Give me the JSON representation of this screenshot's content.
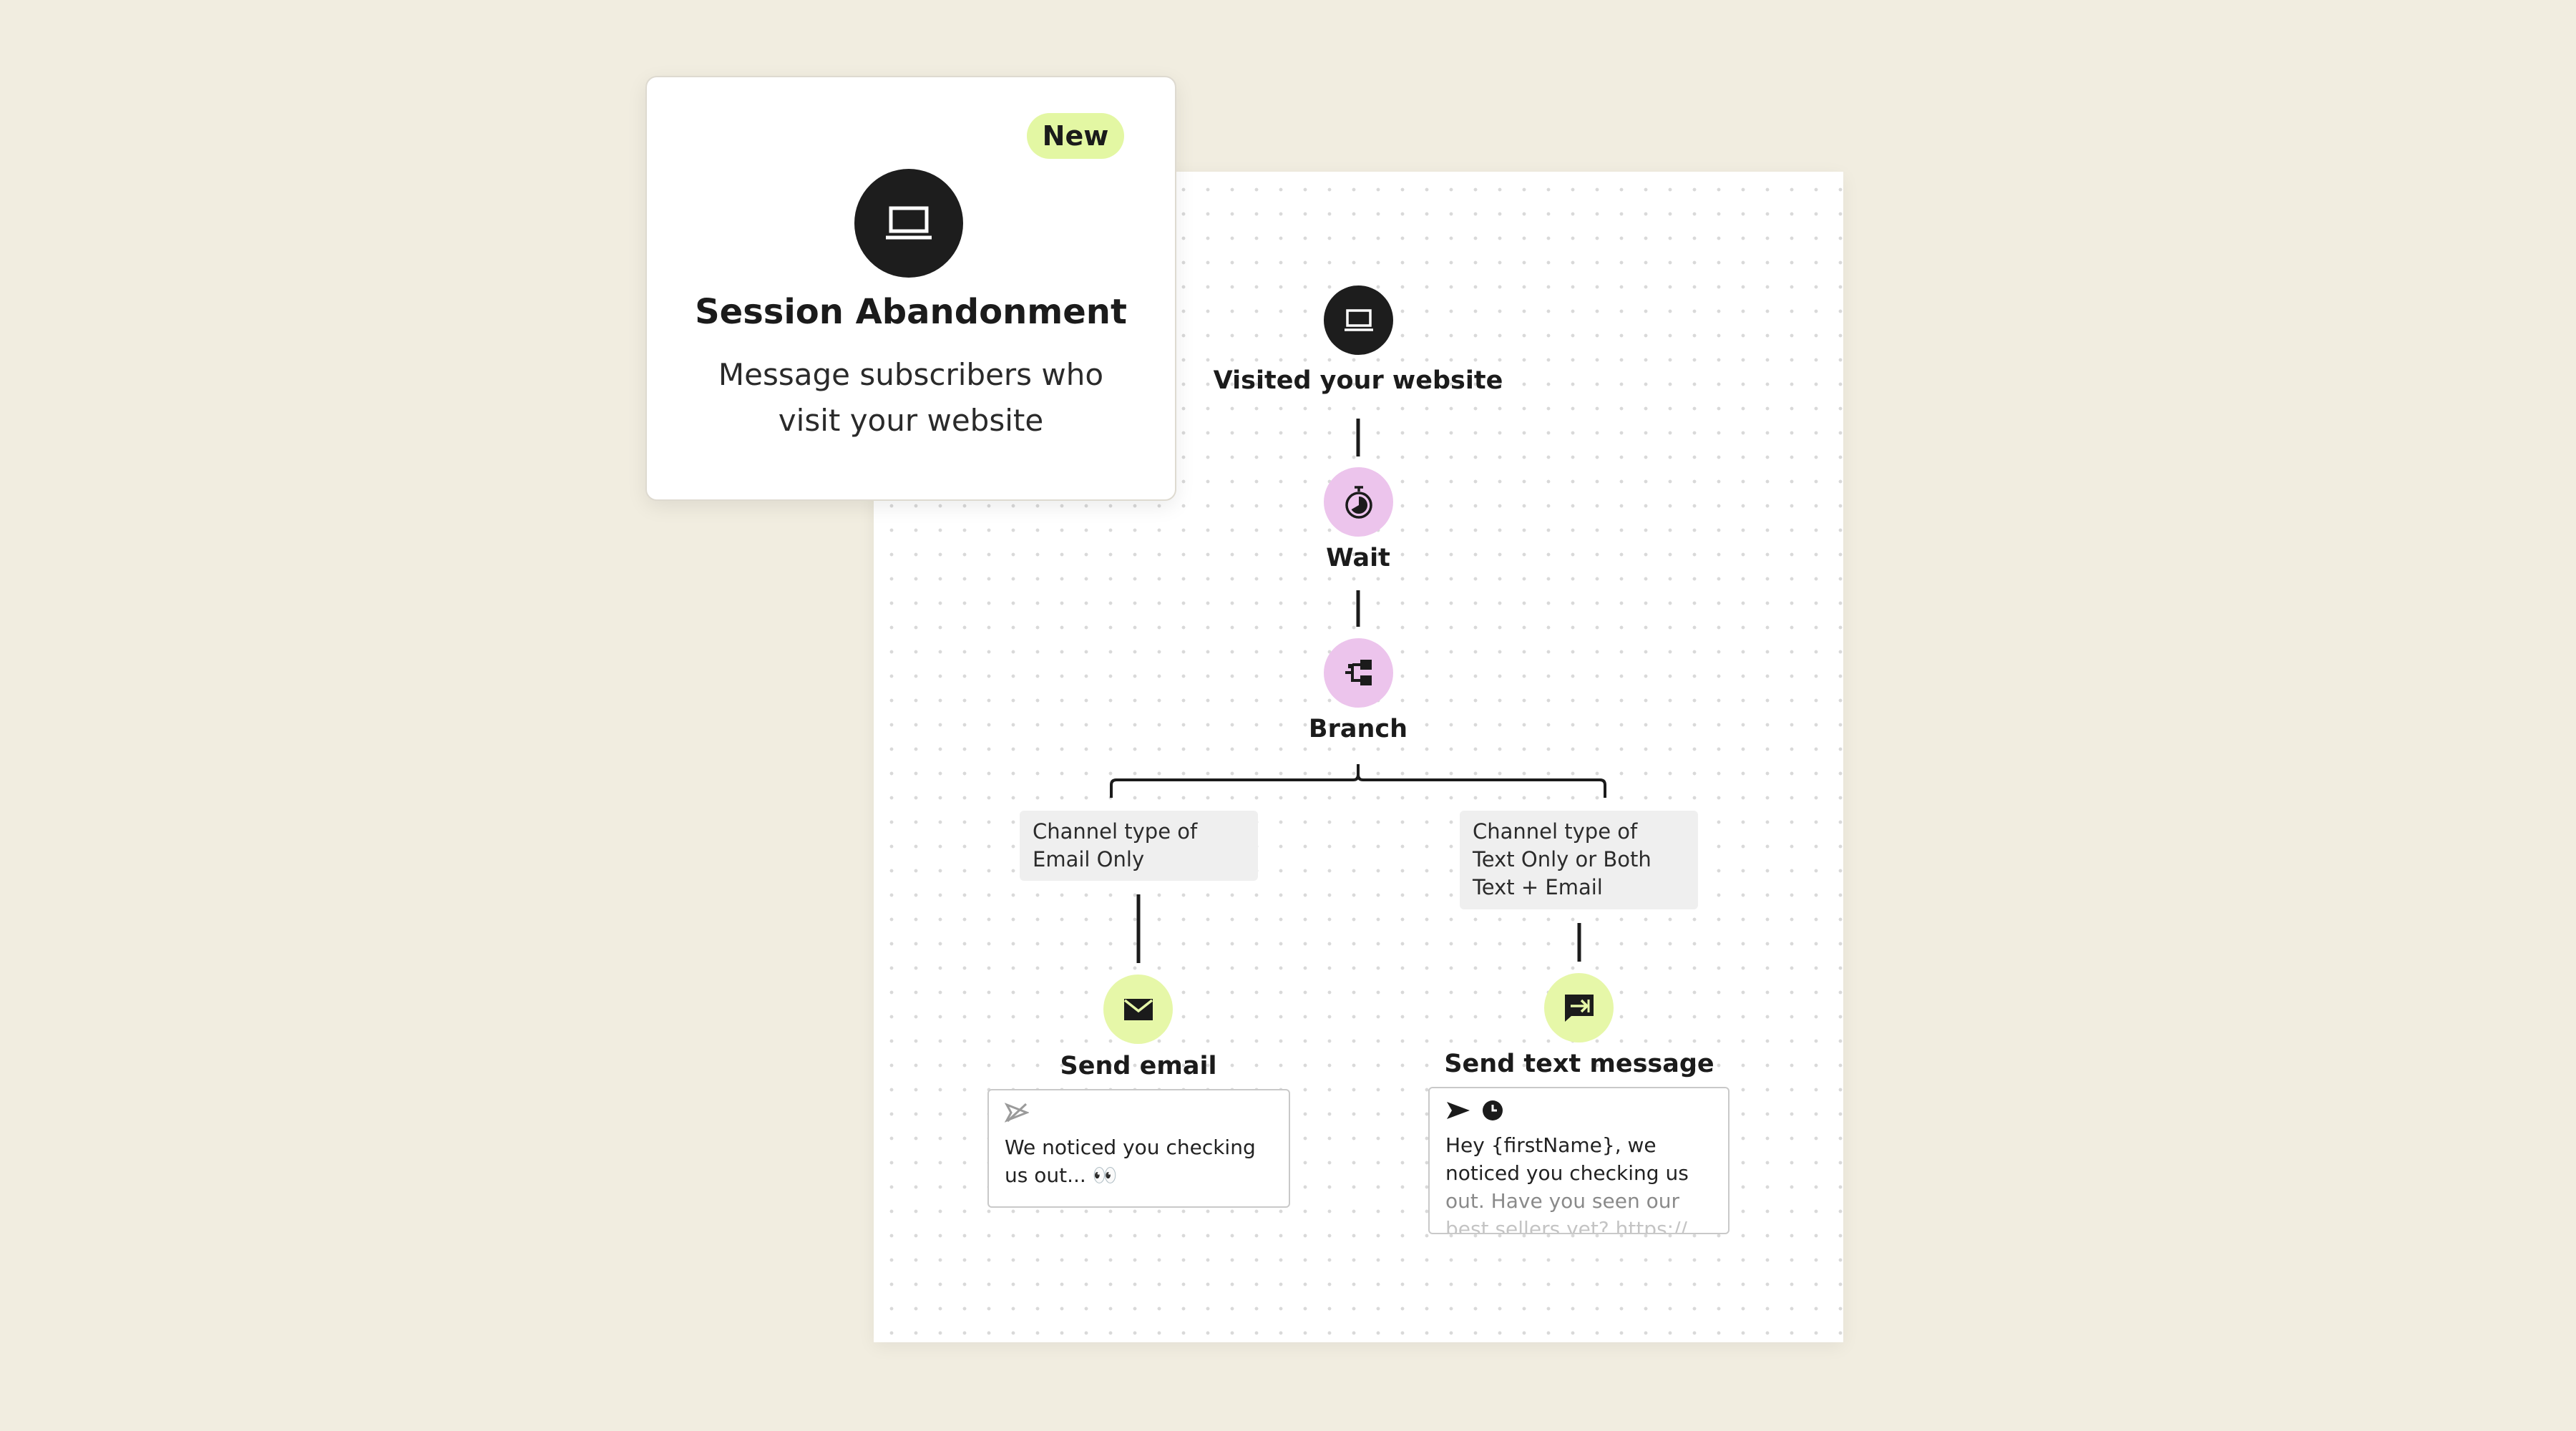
{
  "feature_card": {
    "badge": "New",
    "icon": "laptop-icon",
    "title": "Session Abandonment",
    "description": "Message subscribers who visit your website"
  },
  "flow": {
    "trigger": {
      "icon": "laptop-icon",
      "label": "Visited your website"
    },
    "wait": {
      "icon": "timer-icon",
      "label": "Wait"
    },
    "branch": {
      "icon": "branch-icon",
      "label": "Branch"
    },
    "branches": [
      {
        "condition": "Channel type of Email Only",
        "action": {
          "icon": "envelope-icon",
          "label": "Send email"
        },
        "preview": {
          "icons": [
            "send-disabled-icon"
          ],
          "text": "We noticed you checking us out... 👀"
        }
      },
      {
        "condition": "Channel type of Text Only or Both Text + Email",
        "action": {
          "icon": "message-arrow-icon",
          "label": "Send text message"
        },
        "preview": {
          "icons": [
            "send-icon",
            "clock-icon"
          ],
          "text_main": "Hey {firstName}, we noticed you checking us",
          "text_faded": "out. Have you seen our",
          "text_clipped": "best sellers yet? https://"
        }
      }
    ]
  },
  "colors": {
    "background": "#f1ede0",
    "dark_circle": "#1d1d1d",
    "pink_circle": "#ecc4ec",
    "green_circle": "#e6f7a8",
    "badge": "#e3f7a3"
  }
}
